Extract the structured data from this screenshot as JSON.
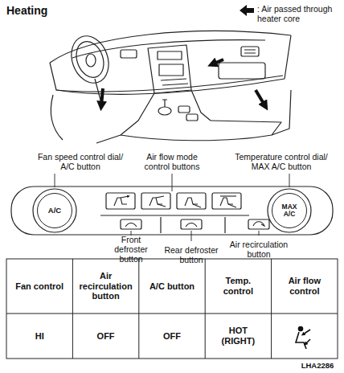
{
  "diagram": {
    "title": "Heating",
    "nodes": [
      {
        "text": [
          "A/C"
        ]
      },
      {
        "text": [
          "MAX A/C"
        ]
      }
    ],
    "labels": [
      "Fan speed control dial/ A/C button",
      "Air flow mode control buttons",
      "Temperature control dial/ MAX A/C button",
      "Front defroster button",
      "Rear defroster button",
      "Air recirculation button",
      "Fan control",
      "Air recirculation button",
      "A/C button",
      "Temp. control",
      "Air flow control",
      "HI",
      "OFF",
      "OFF",
      "HOT (RIGHT)",
      "LHA2286"
    ],
    "legend": [
      {
        "text": ": Air passed through heater core"
      }
    ]
  }
}
